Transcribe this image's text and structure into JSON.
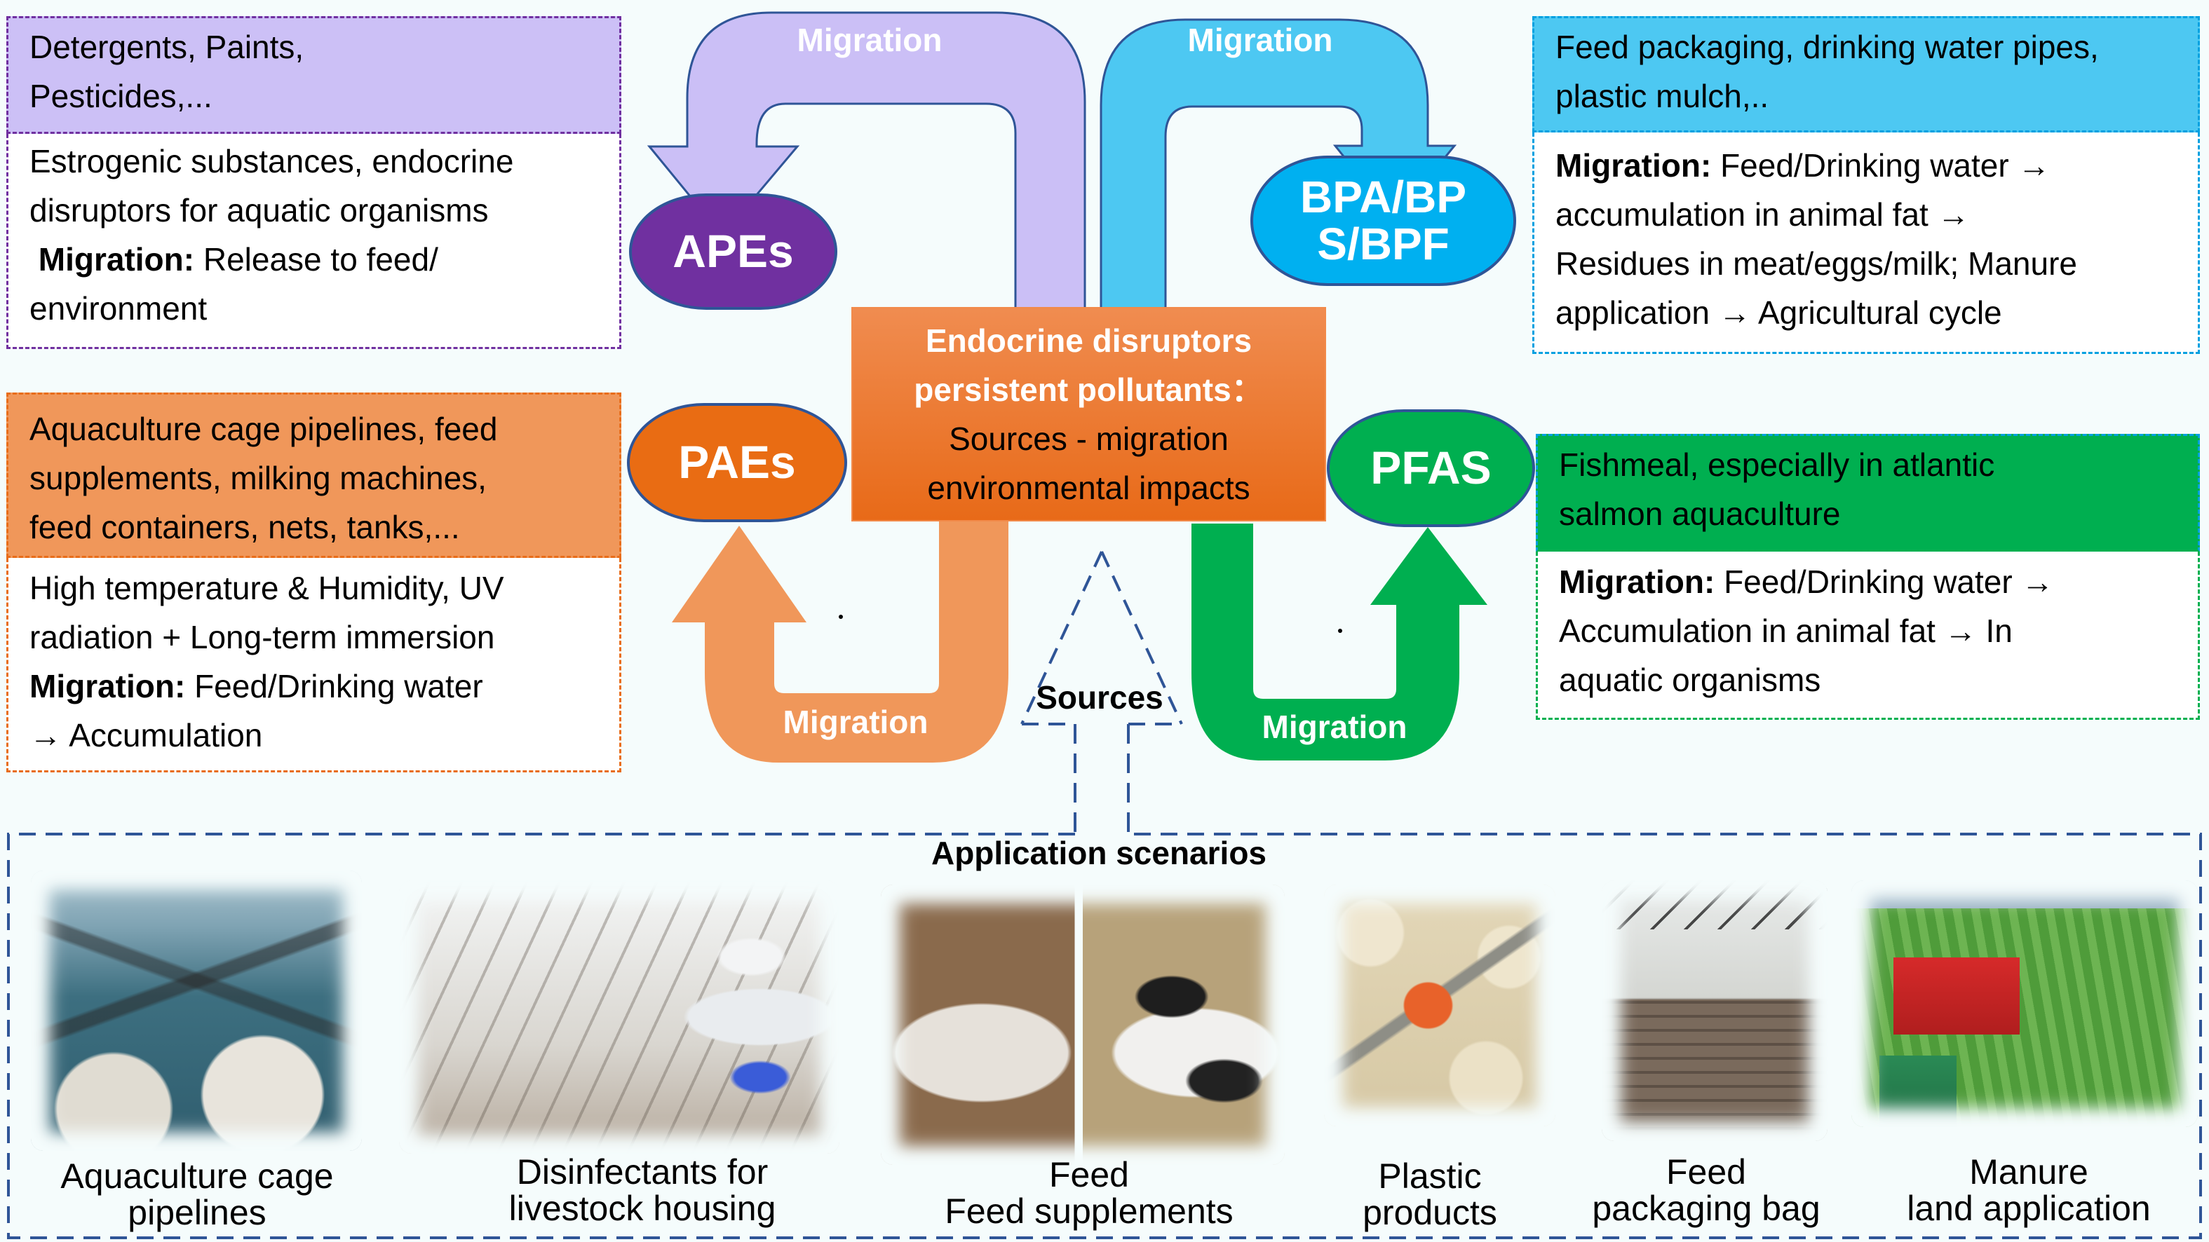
{
  "center": {
    "title_line1": "Endocrine disruptors",
    "title_line2": "persistent pollutants：",
    "subtitle_line1": "Sources - migration",
    "subtitle_line2": "environmental impacts"
  },
  "pollutants": {
    "apes": {
      "label": "APEs",
      "color": "#7030A0"
    },
    "bpa": {
      "label_line1": "BPA/BP",
      "label_line2": "S/BPF",
      "color": "#00B0F0"
    },
    "paes": {
      "label": "PAEs",
      "color": "#E96C13"
    },
    "pfas": {
      "label": "PFAS",
      "color": "#00B050"
    }
  },
  "arrows": {
    "apes": {
      "label": "Migration",
      "color": "#CBBFF6"
    },
    "bpa": {
      "label": "Migration",
      "color": "#4DC8F2"
    },
    "paes": {
      "label": "Migration",
      "color": "#F0975A"
    },
    "pfas": {
      "label": "Migration",
      "color": "#00AF50"
    }
  },
  "boxes": {
    "apes": {
      "header": [
        "Detergents, Paints,",
        "Pesticides,..."
      ],
      "body_lines": [
        {
          "text": "Estrogenic substances, endocrine"
        },
        {
          "text": "disruptors for aquatic organisms"
        },
        {
          "bold": "Migration:",
          "text": " Release to feed/"
        },
        {
          "text": "environment"
        }
      ]
    },
    "paes": {
      "header": [
        "Aquaculture cage pipelines, feed",
        "supplements, milking machines,",
        "feed containers, nets, tanks,..."
      ],
      "body_lines": [
        {
          "text": "High temperature & Humidity, UV"
        },
        {
          "text": "radiation + Long-term immersion"
        },
        {
          "bold": "Migration:",
          "text": " Feed/Drinking water"
        },
        {
          "text": "→ Accumulation"
        }
      ]
    },
    "bpa": {
      "header": [
        "Feed packaging, drinking water pipes,",
        "plastic mulch,.."
      ],
      "body_lines": [
        {
          "bold": "Migration:",
          "text": " Feed/Drinking water →"
        },
        {
          "text": "accumulation in animal fat →"
        },
        {
          "text": "Residues in meat/eggs/milk; Manure"
        },
        {
          "text": "application → Agricultural cycle"
        }
      ]
    },
    "pfas": {
      "header": [
        "Fishmeal, especially in atlantic",
        "salmon aquaculture"
      ],
      "body_lines": [
        {
          "bold": "Migration:",
          "text": " Feed/Drinking water →"
        },
        {
          "text": "Accumulation in animal fat → In"
        },
        {
          "text": "aquatic organisms"
        }
      ]
    }
  },
  "sources": {
    "label": "Sources"
  },
  "scenarios": {
    "title": "Application scenarios",
    "items": [
      {
        "line1": "Aquaculture cage",
        "line2": "pipelines",
        "image": "aquaculture-cage-photo"
      },
      {
        "line1": "Disinfectants for",
        "line2": "livestock housing",
        "image": "disinfection-worker-photo"
      },
      {
        "line1": "Feed",
        "line2": "Feed supplements",
        "image": "livestock-feeding-photo"
      },
      {
        "line1": "Plastic",
        "line2": "products",
        "image": "poultry-feeder-photo"
      },
      {
        "line1": "Feed",
        "line2": "packaging bag",
        "image": "feed-bags-warehouse-photo"
      },
      {
        "line1": "Manure",
        "line2": "land application",
        "image": "manure-spreader-photo"
      }
    ]
  },
  "colors": {
    "background": "#F5FCFC",
    "outline": "#2F5597",
    "apes_header": "#CCC0F6",
    "paes_header": "#F0975A",
    "bpa_header": "#4DC8F2",
    "pfas_header": "#00AF50"
  }
}
